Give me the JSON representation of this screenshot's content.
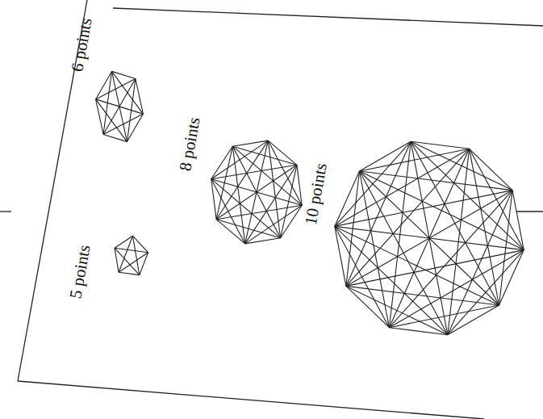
{
  "diagram": {
    "labels": [
      "5 points",
      "6 points",
      "8 points",
      "10 points"
    ]
  }
}
